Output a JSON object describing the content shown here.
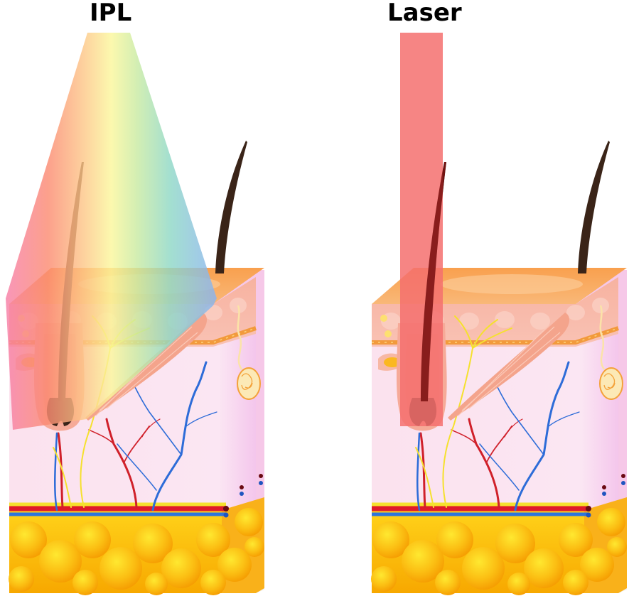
{
  "panels": [
    {
      "id": "ipl",
      "label": "IPL",
      "beam": {
        "type": "broad-spectrum-cone",
        "colors": [
          "#f77fa0",
          "#fb8d6e",
          "#fdd08a",
          "#fbf89c",
          "#c9ed9f",
          "#8fd9c4",
          "#8ab6ee"
        ]
      }
    },
    {
      "id": "laser",
      "label": "Laser",
      "beam": {
        "type": "single-wavelength-column",
        "colors": [
          "#f4706f"
        ]
      }
    }
  ],
  "illustration": {
    "subject": "skin-cross-section",
    "layers": [
      "epidermis",
      "dermis",
      "subcutaneous-fat"
    ],
    "colors": {
      "epidermis_top": "#f9a55a",
      "epidermis_side": "#f7b6a6",
      "dermis": "#fbe1ef",
      "fat": "#fbb40f",
      "artery": "#e0192a",
      "vein": "#2d74dc",
      "nerve": "#f5e12e",
      "hair": "#3a2418"
    }
  }
}
